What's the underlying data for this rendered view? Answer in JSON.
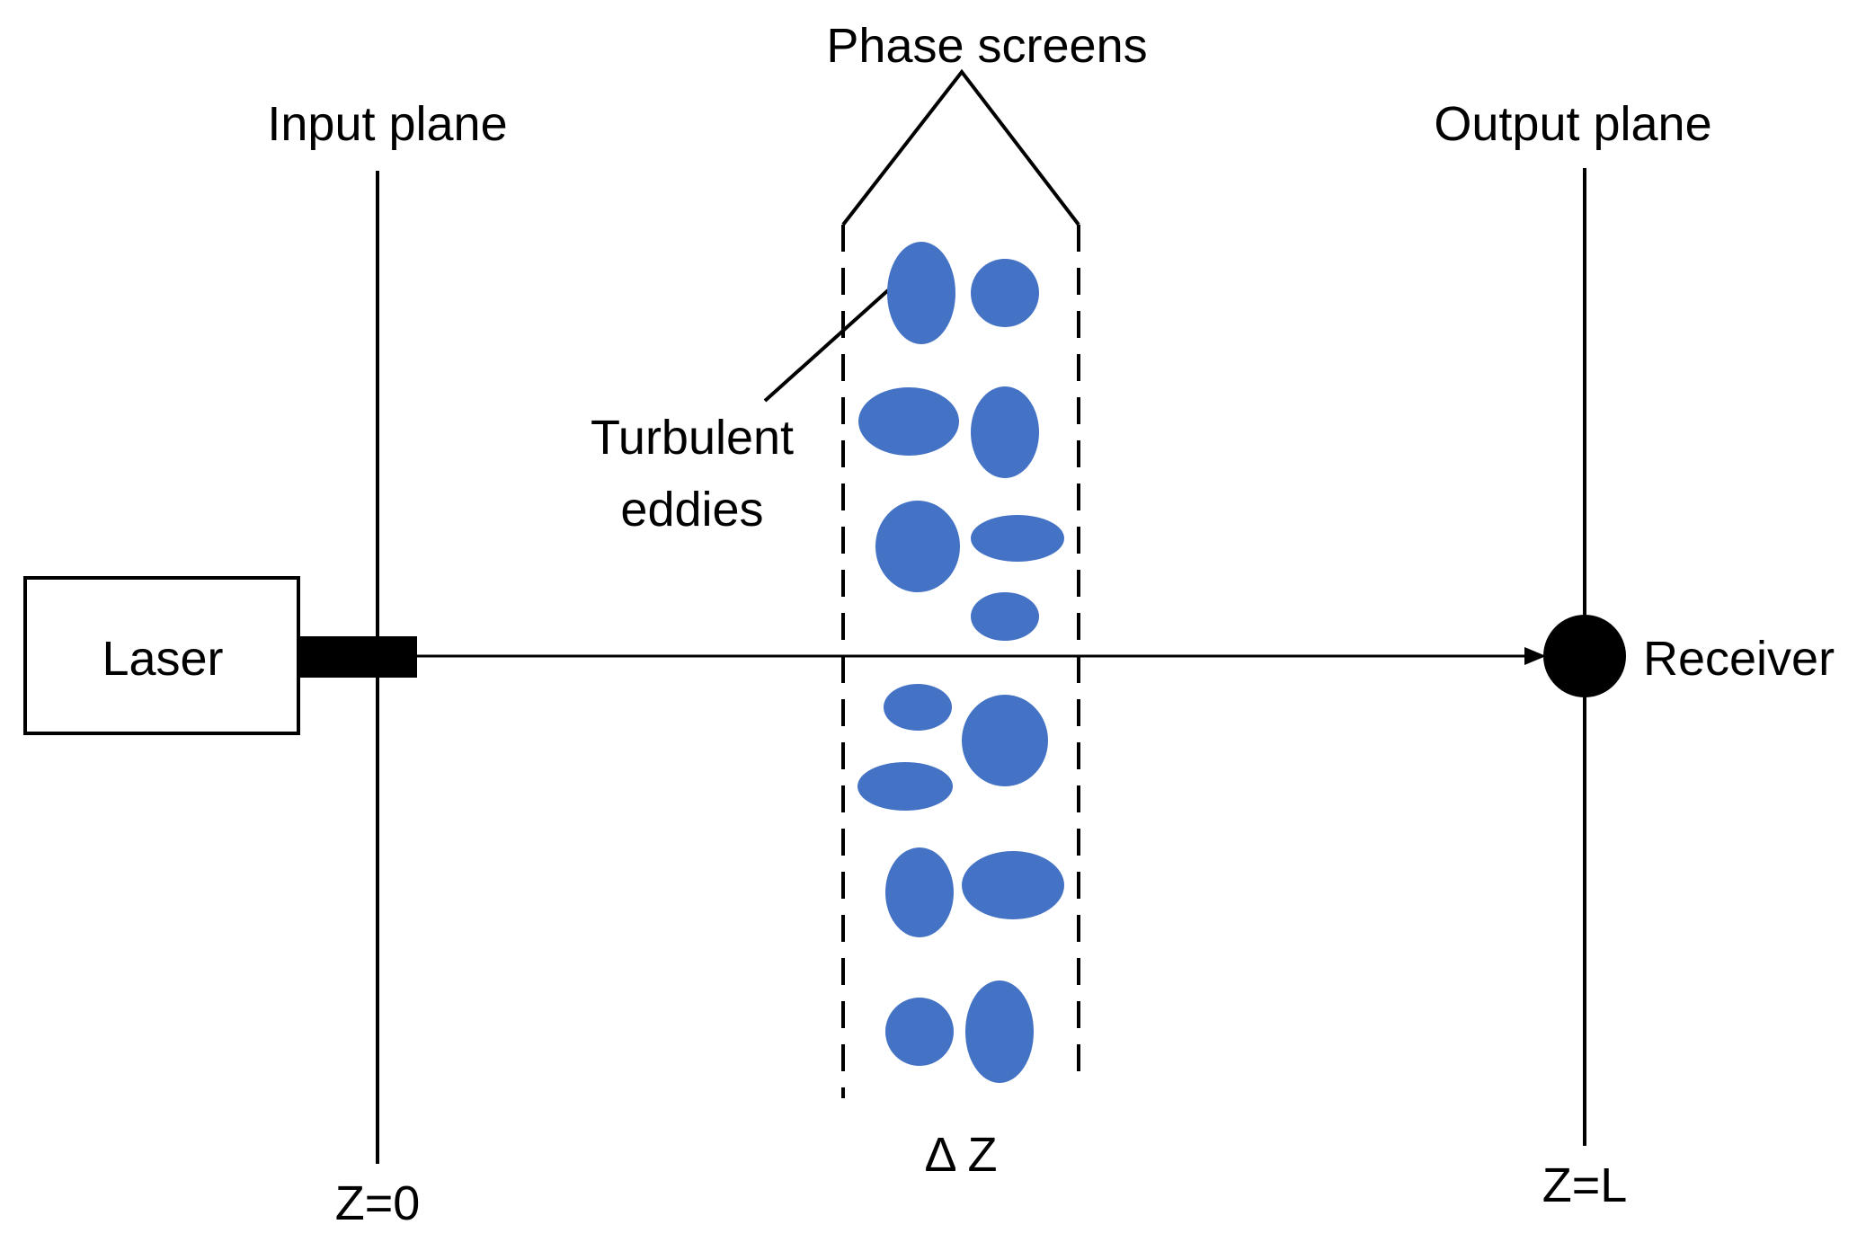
{
  "labels": {
    "phase_screens": "Phase screens",
    "input_plane": "Input plane",
    "output_plane": "Output plane",
    "laser": "Laser",
    "receiver": "Receiver",
    "turbulent": "Turbulent",
    "eddies": "eddies",
    "delta_z": "Δ Z",
    "z0": "Z=0",
    "zL": "Z=L"
  },
  "colors": {
    "eddy": "#4472C4",
    "line": "#000000"
  }
}
